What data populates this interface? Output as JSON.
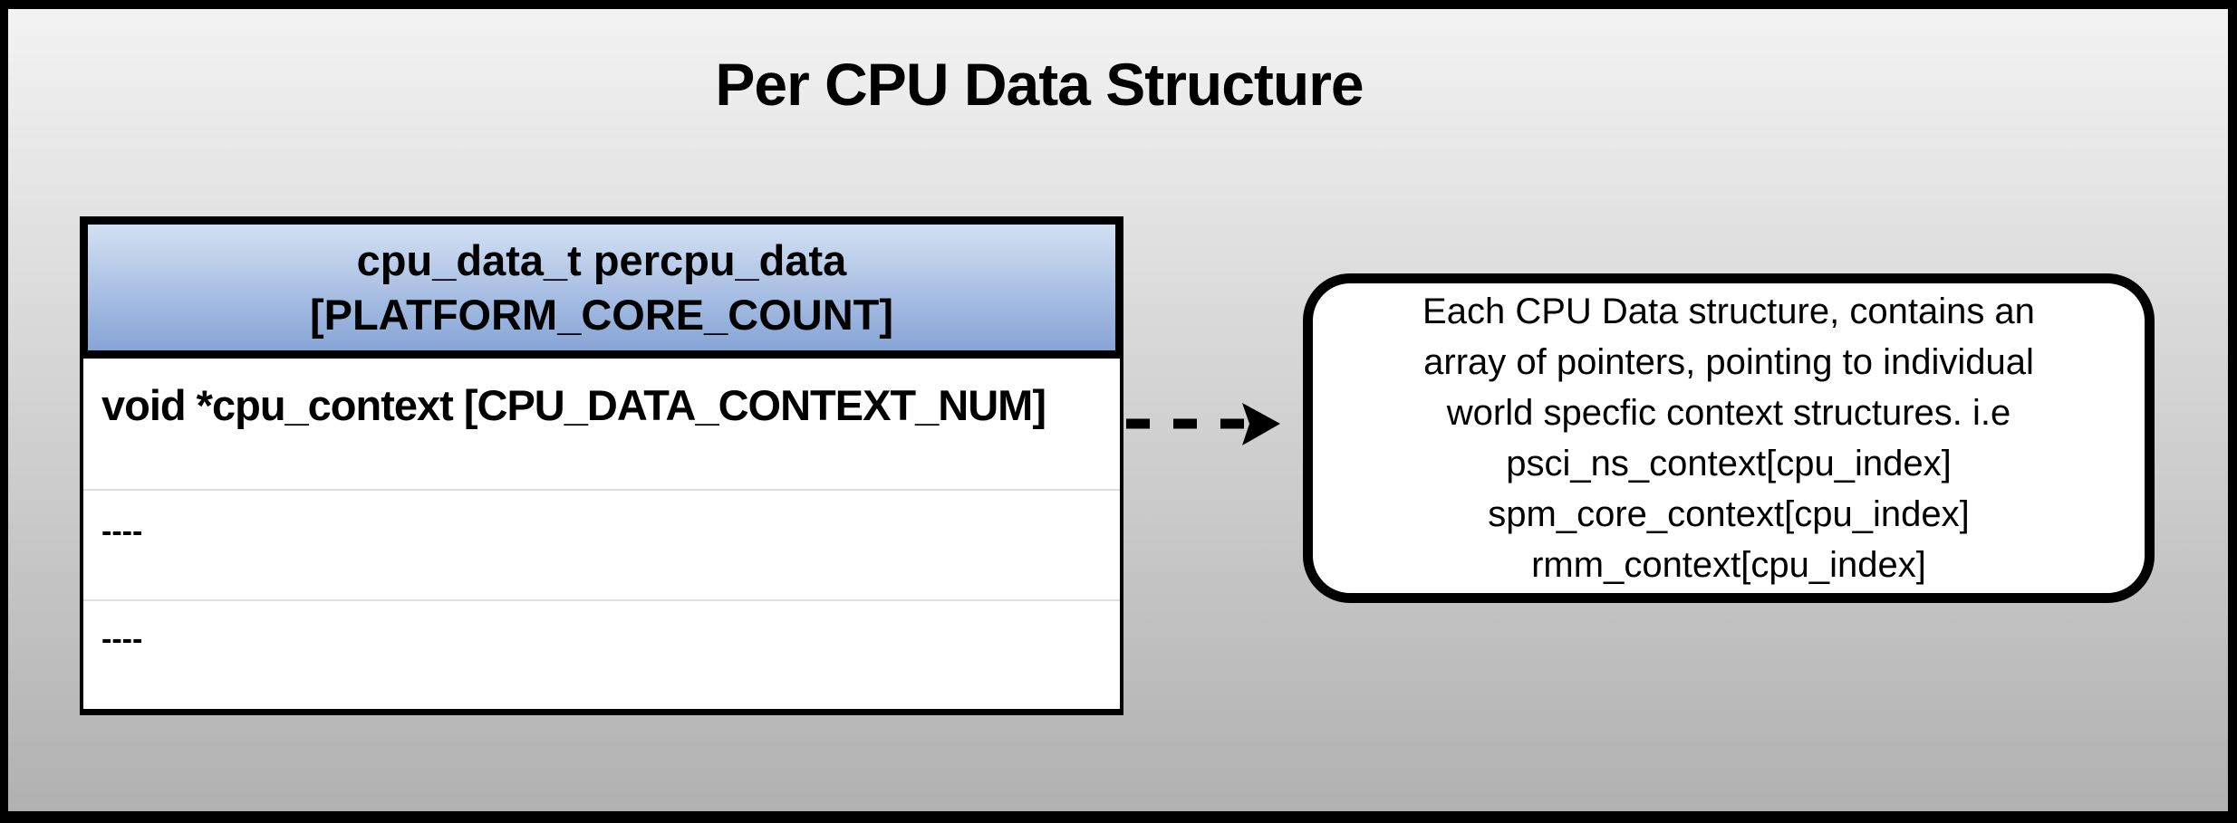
{
  "title": "Per CPU Data Structure",
  "table": {
    "header_line1": "cpu_data_t percpu_data",
    "header_line2": "[PLATFORM_CORE_COUNT]",
    "rows": [
      "void *cpu_context [CPU_DATA_CONTEXT_NUM]",
      "----",
      "----"
    ]
  },
  "callout": {
    "lines": [
      "Each CPU Data structure, contains an",
      "array of pointers, pointing to individual",
      "world specfic context structures. i.e",
      "psci_ns_context[cpu_index]",
      "spm_core_context[cpu_index]",
      "rmm_context[cpu_index]"
    ]
  },
  "colors": {
    "background_top": "#f3f3f3",
    "background_bottom": "#b1b1b1",
    "border": "#000000",
    "header_gradient_top": "#d3e0f3",
    "header_gradient_bottom": "#86a4d6",
    "row_divider": "#dedede",
    "box_fill": "#ffffff",
    "text": "#000000",
    "connector": "#000000"
  }
}
